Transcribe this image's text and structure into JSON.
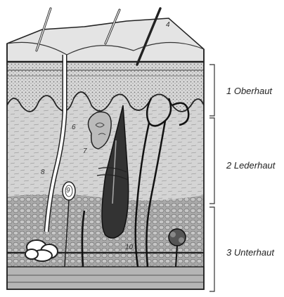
{
  "layers": [
    {
      "label": "1 Oberhaut"
    },
    {
      "label": "2 Lederhaut"
    },
    {
      "label": "3 Unterhaut"
    }
  ],
  "markers": [
    "4",
    "6",
    "7",
    "8",
    "9",
    "10"
  ]
}
